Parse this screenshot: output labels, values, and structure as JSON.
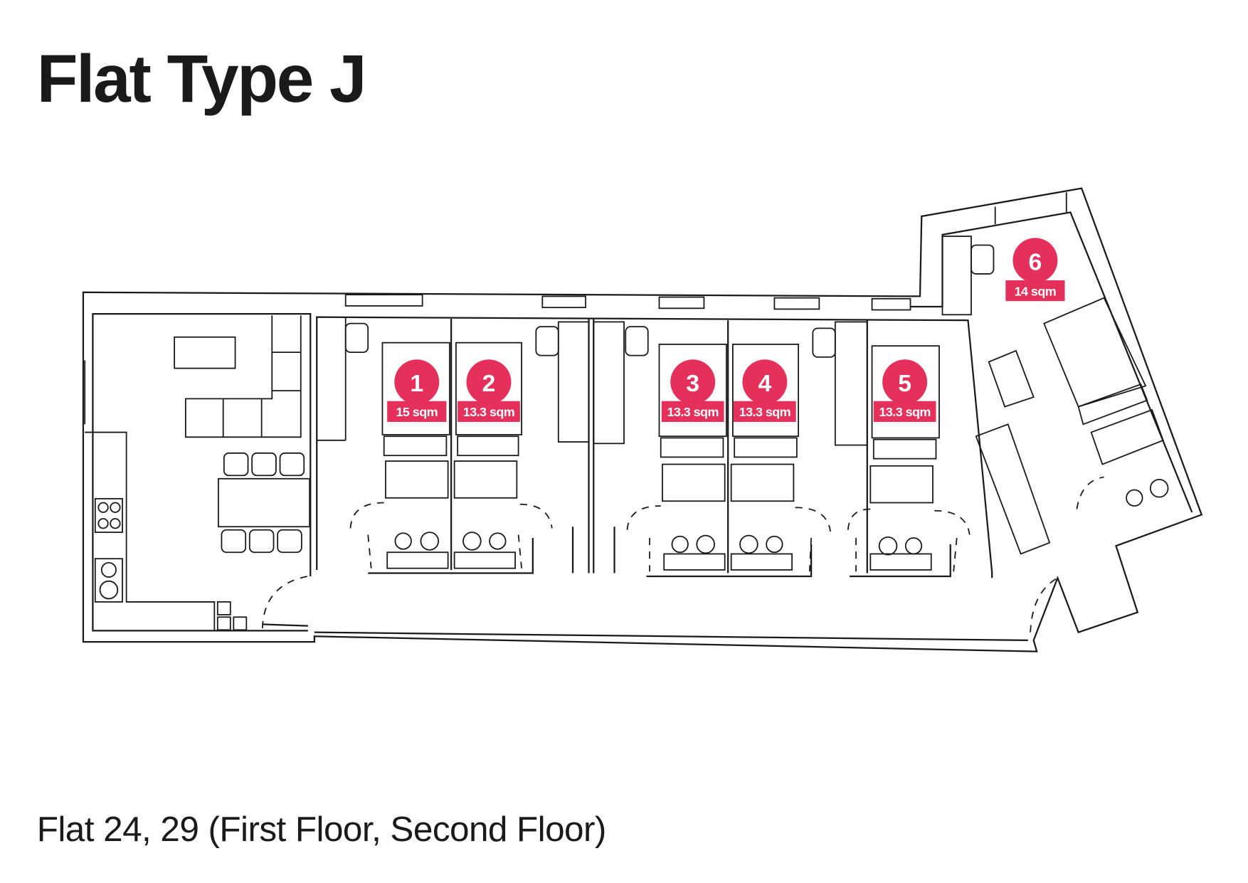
{
  "title": "Flat Type J",
  "subtitle": "Flat 24, 29 (First Floor, Second Floor)",
  "accent_color": "#e4305a",
  "rooms": [
    {
      "number": "1",
      "area": "15 sqm"
    },
    {
      "number": "2",
      "area": "13.3 sqm"
    },
    {
      "number": "3",
      "area": "13.3 sqm"
    },
    {
      "number": "4",
      "area": "13.3 sqm"
    },
    {
      "number": "5",
      "area": "13.3 sqm"
    },
    {
      "number": "6",
      "area": "14 sqm"
    }
  ]
}
